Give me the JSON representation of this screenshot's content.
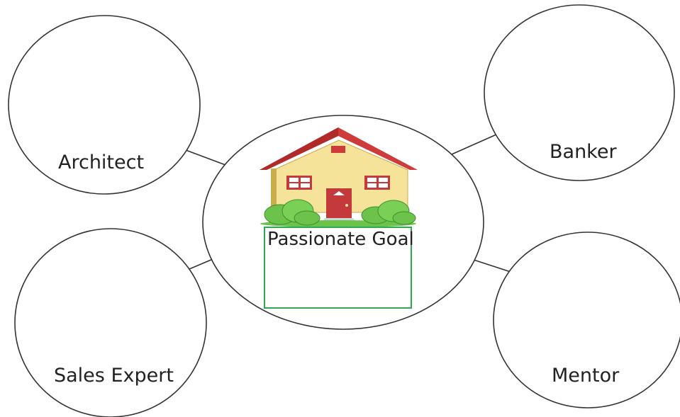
{
  "center": {
    "label": "Passionate Goal",
    "icon": "house-icon"
  },
  "nodes": {
    "architect": "Architect",
    "banker": "Banker",
    "sales_expert": "Sales Expert",
    "mentor": "Mentor"
  },
  "colors": {
    "outline": "#333333",
    "goal_box": "#2fa84f",
    "roof": "#cf3b3b",
    "wall": "#f5e39a",
    "door": "#c43a3a",
    "bush": "#6cc24a"
  }
}
